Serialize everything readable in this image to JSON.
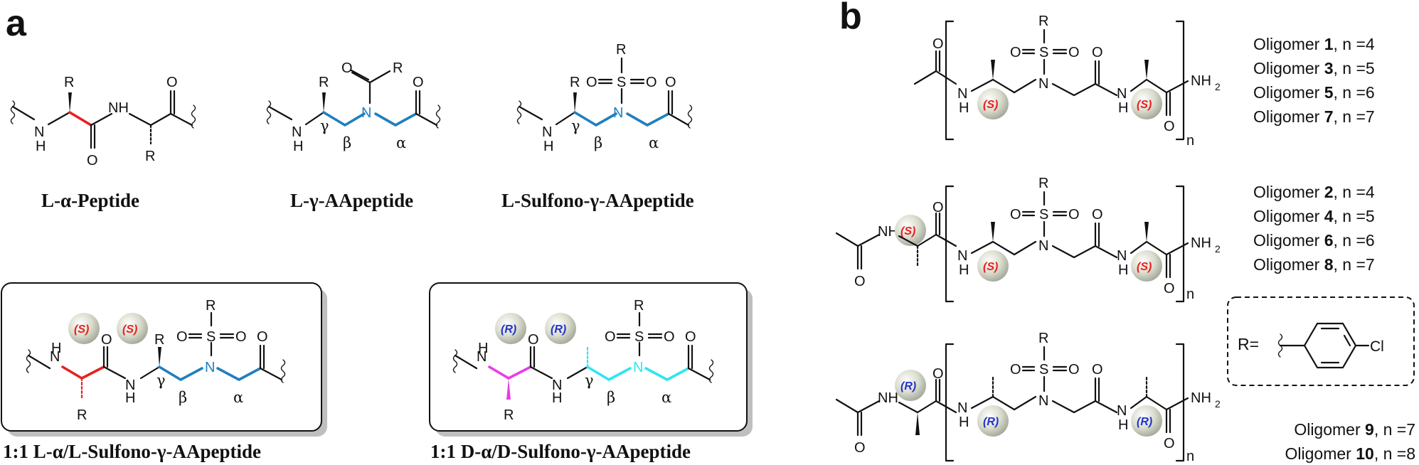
{
  "panels": {
    "a": "a",
    "b": "b"
  },
  "captions": {
    "alpha_peptide": "L-α-Peptide",
    "gamma_aapeptide": "L-γ-AApeptide",
    "sulfono_gamma": "L-Sulfono-γ-AApeptide",
    "hybrid_L": "1:1 L-α/L-Sulfono-γ-AApeptide",
    "hybrid_D": "1:1 D-α/D-Sulfono-γ-AApeptide"
  },
  "atoms": {
    "R": "R",
    "N": "N",
    "O": "O",
    "S": "S",
    "NH": "NH",
    "H": "H",
    "Cl": "Cl",
    "NH2": "NH",
    "sub2": "2",
    "n": "n"
  },
  "greek": {
    "alpha": "α",
    "beta": "β",
    "gamma": "γ"
  },
  "stereo": {
    "S": "(S)",
    "R": "(R)"
  },
  "substituent": {
    "label": "R="
  },
  "oligomer_groups": [
    [
      {
        "label": "Oligomer",
        "num": "1",
        "n": "n =4"
      },
      {
        "label": "Oligomer",
        "num": "3",
        "n": "n =5"
      },
      {
        "label": "Oligomer",
        "num": "5",
        "n": "n =6"
      },
      {
        "label": "Oligomer",
        "num": "7",
        "n": "n =7"
      }
    ],
    [
      {
        "label": "Oligomer",
        "num": "2",
        "n": "n =4"
      },
      {
        "label": "Oligomer",
        "num": "4",
        "n": "n =5"
      },
      {
        "label": "Oligomer",
        "num": "6",
        "n": "n =6"
      },
      {
        "label": "Oligomer",
        "num": "8",
        "n": "n =7"
      }
    ],
    [
      {
        "label": "Oligomer",
        "num": "9",
        "n": "n =7"
      },
      {
        "label": "Oligomer",
        "num": "10",
        "n": "n =8"
      }
    ]
  ],
  "colors": {
    "l_alpha": "#e8201f",
    "gamma": "#1f7fbf",
    "d_alpha": "#e83ce8",
    "d_gamma": "#2ee6f0",
    "stereo_S": "#e8201f",
    "stereo_R": "#2233cc"
  }
}
